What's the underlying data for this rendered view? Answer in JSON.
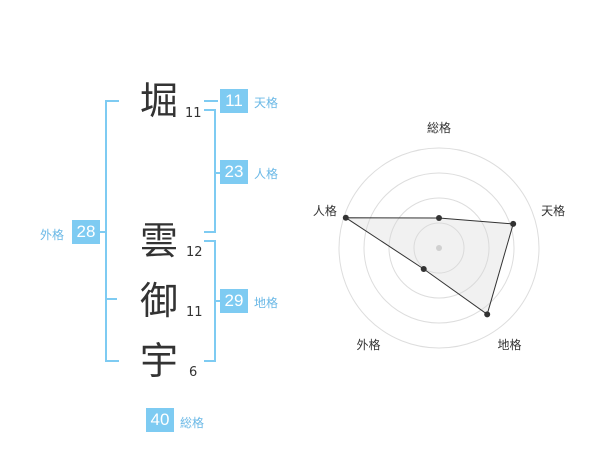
{
  "name": {
    "chars": [
      {
        "char": "堀",
        "strokes": "11"
      },
      {
        "char": "雲",
        "strokes": "12"
      },
      {
        "char": "御",
        "strokes": "11"
      },
      {
        "char": "宇",
        "strokes": "6"
      }
    ]
  },
  "fortunes": {
    "tenkaku": {
      "value": "11",
      "label": "天格"
    },
    "jinkaku": {
      "value": "23",
      "label": "人格"
    },
    "chikaku": {
      "value": "29",
      "label": "地格"
    },
    "gaikaku": {
      "value": "28",
      "label": "外格"
    },
    "soukaku": {
      "value": "40",
      "label": "総格"
    }
  },
  "colors": {
    "accent": "#7ecbf2",
    "label": "#6ab8e6",
    "text": "#333333"
  },
  "chart_data": {
    "type": "radar",
    "axes": [
      "総格",
      "天格",
      "地格",
      "外格",
      "人格"
    ],
    "values": [
      0.3,
      0.78,
      0.82,
      0.26,
      0.98
    ],
    "range": [
      0,
      1
    ],
    "grid_rings": 4
  }
}
